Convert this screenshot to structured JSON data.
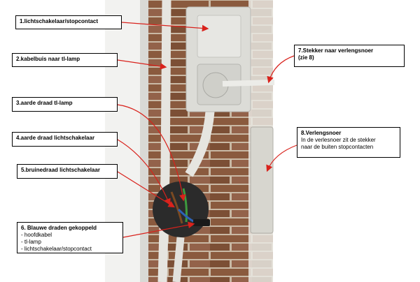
{
  "labels": {
    "l1": "1.lichtschakelaar/stopcontact",
    "l2": "2.kabelbuis naar tl-lamp",
    "l3": "3.aarde draad tl-lamp",
    "l4": "4.aarde draad lichtschakelaar",
    "l5": "5.bruinedraad lichtschakelaar",
    "l6_title": "6. Blauwe draden gekoppeld",
    "l6_items": [
      "- hoofdkabel",
      "- tl-lamp",
      "- lichtschakelaar/stopcontact"
    ],
    "l7_title": "7.Stekker naar verlengsnoer",
    "l7_sub": "(zie 8)",
    "l8_title": "8.Verlengsnoer",
    "l8_desc": [
      "In de verlesnoer zit de stekker",
      "naar de buiten stopcontacten"
    ]
  },
  "colors": {
    "arrow": "#d9221c",
    "brick": "#8a5a3e",
    "mortar": "#c9b9a5",
    "wall_white": "#e8e6e1",
    "switch": "#dcdcd7"
  }
}
